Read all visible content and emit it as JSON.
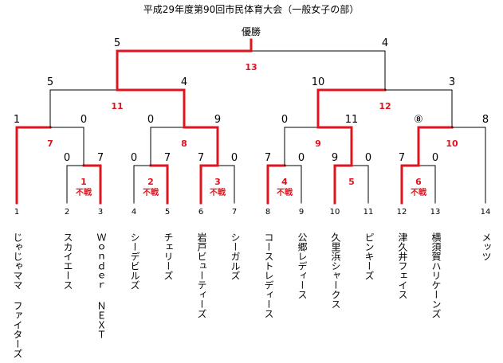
{
  "title": "平成29年度第90回市民体育大会（一般女子の部）",
  "champion_label": "優勝",
  "teams": [
    {
      "seed": "1",
      "name": "じゃじゃママ ファイターズ"
    },
    {
      "seed": "2",
      "name": "スカイエース"
    },
    {
      "seed": "3",
      "name": "Ｗｏｎｄｅｒ ＮＥＸＴ"
    },
    {
      "seed": "4",
      "name": "シーデビルズ"
    },
    {
      "seed": "5",
      "name": "チェリーズ"
    },
    {
      "seed": "6",
      "name": "岩戸ビューティーズ"
    },
    {
      "seed": "7",
      "name": "シーガルズ"
    },
    {
      "seed": "8",
      "name": "コーストレディース"
    },
    {
      "seed": "9",
      "name": "公郷レディース"
    },
    {
      "seed": "10",
      "name": "久里浜シャークス"
    },
    {
      "seed": "11",
      "name": "ピンキーズ"
    },
    {
      "seed": "12",
      "name": "津久井フェイス"
    },
    {
      "seed": "13",
      "name": "横須賀ハリケーンズ"
    },
    {
      "seed": "14",
      "name": "メッツ"
    }
  ],
  "matches": [
    {
      "number": "1",
      "note": "不戦",
      "scores": [
        "0",
        "7"
      ]
    },
    {
      "number": "2",
      "note": "不戦",
      "scores": [
        "0",
        "7"
      ]
    },
    {
      "number": "3",
      "note": "不戦",
      "scores": [
        "7",
        "0"
      ]
    },
    {
      "number": "4",
      "note": "不戦",
      "scores": [
        "7",
        "0"
      ]
    },
    {
      "number": "5",
      "note": "",
      "scores": [
        "9",
        "0"
      ]
    },
    {
      "number": "6",
      "note": "不戦",
      "scores": [
        "7",
        "0"
      ]
    },
    {
      "number": "7",
      "note": "",
      "scores": [
        "1",
        "0"
      ]
    },
    {
      "number": "8",
      "note": "",
      "scores": [
        "0",
        "9"
      ]
    },
    {
      "number": "9",
      "note": "",
      "scores": [
        "0",
        "11"
      ]
    },
    {
      "number": "10",
      "note": "",
      "scores": [
        "⑧",
        "8"
      ]
    },
    {
      "number": "11",
      "note": "",
      "scores": [
        "5",
        "4"
      ]
    },
    {
      "number": "12",
      "note": "",
      "scores": [
        "10",
        "3"
      ]
    },
    {
      "number": "13",
      "note": "",
      "scores": [
        "5",
        "4"
      ]
    }
  ],
  "colors": {
    "winner_line": "#e0141e",
    "line": "#000000",
    "match_number": "#e0141e"
  }
}
